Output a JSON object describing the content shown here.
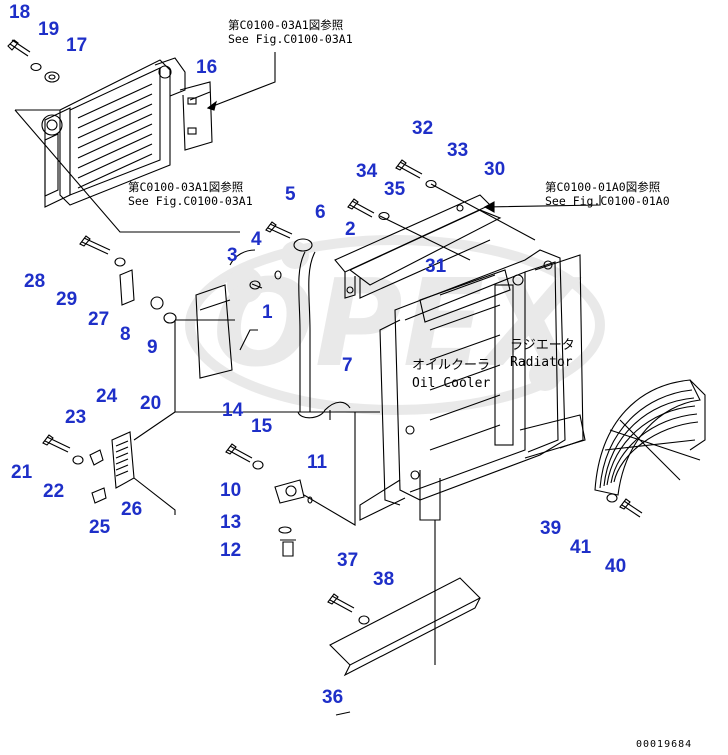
{
  "references": {
    "ref_top": {
      "jp": "第C0100-03A1図参照",
      "en": "See Fig.C0100-03A1"
    },
    "ref_mid": {
      "jp": "第C0100-03A1図参照",
      "en": "See Fig.C0100-03A1"
    },
    "ref_right": {
      "jp": "第C0100-01A0図参照",
      "en": "See Fig.C0100-01A0"
    }
  },
  "component_labels": {
    "radiator_jp": "ラジエータ",
    "radiator_en": "Radiator",
    "oil_cooler_jp": "オイルクーラ",
    "oil_cooler_en": "Oil Cooler"
  },
  "callouts": [
    "18",
    "19",
    "17",
    "16",
    "32",
    "33",
    "34",
    "35",
    "30",
    "5",
    "6",
    "2",
    "3",
    "4",
    "31",
    "28",
    "29",
    "27",
    "1",
    "8",
    "9",
    "7",
    "24",
    "20",
    "23",
    "14",
    "15",
    "11",
    "21",
    "22",
    "10",
    "26",
    "25",
    "13",
    "12",
    "37",
    "38",
    "39",
    "41",
    "40",
    "36"
  ],
  "watermark": "OPEX",
  "drawing_code": "00019684",
  "colors": {
    "callout": "#1e2fc8",
    "line": "#000000",
    "watermark": "#9a9a9a"
  }
}
